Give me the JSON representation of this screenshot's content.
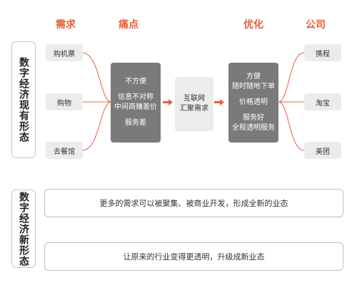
{
  "headers": {
    "demand": "需求",
    "pain": "痛点",
    "optimize": "优化",
    "company": "公司"
  },
  "existing_label": "数字经济现有形态",
  "new_label": "数字经济新形态",
  "demands": [
    "购机票",
    "购物",
    "去餐馆"
  ],
  "pain_box": {
    "line1": "不方便",
    "line2": "信息不对称",
    "line3": "中间商赚差价",
    "line4": "服务差"
  },
  "middle_box": {
    "line1": "互联网",
    "line2": "汇聚需求"
  },
  "optimize_box": {
    "line1": "方便",
    "line2": "随时随地下单",
    "line3": "价格透明",
    "line4": "服务好",
    "line5": "全程透明服务"
  },
  "companies": [
    "携程",
    "淘宝",
    "美团"
  ],
  "new_rows": [
    "更多的需求可以被聚集、被商业开发，形成全新的业态",
    "让原来的行业变得更透明，升级成新业态"
  ],
  "colors": {
    "accent": "#e8603c",
    "dark_box": "#7a7a7a",
    "light_box": "#ececec"
  }
}
